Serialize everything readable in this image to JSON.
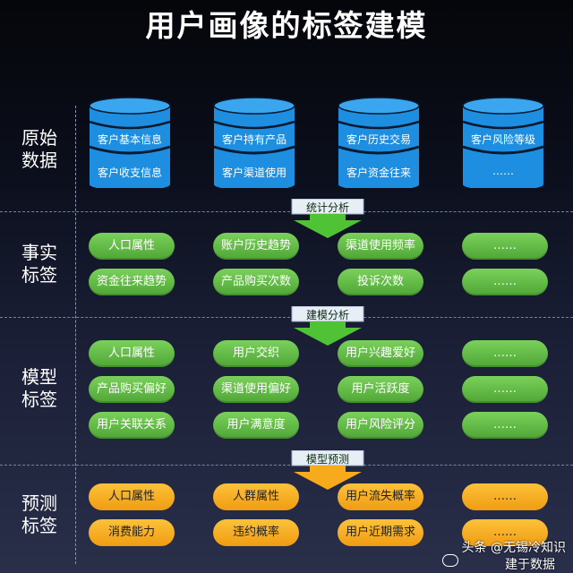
{
  "title": "用户画像的标签建模",
  "rows": {
    "raw": "原始\n数据",
    "fact": "事实\n标签",
    "model": "模型\n标签",
    "predict": "预测\n标签"
  },
  "databases": [
    {
      "top": "客户基本信息",
      "bottom": "客户收支信息"
    },
    {
      "top": "客户持有产品",
      "bottom": "客户渠道使用"
    },
    {
      "top": "客户历史交易",
      "bottom": "客户资金往来"
    },
    {
      "top": "客户风险等级",
      "bottom": "……"
    }
  ],
  "arrows": {
    "stat": "统计分析",
    "model": "建模分析",
    "predict": "模型预测"
  },
  "fact_tags": [
    [
      "人口属性",
      "账户历史趋势",
      "渠道使用频率",
      "……"
    ],
    [
      "资金往来趋势",
      "产品购买次数",
      "投诉次数",
      "……"
    ]
  ],
  "model_tags": [
    [
      "人口属性",
      "用户交织",
      "用户兴趣爱好",
      "……"
    ],
    [
      "产品购买偏好",
      "渠道使用偏好",
      "用户活跃度",
      "……"
    ],
    [
      "用户关联关系",
      "用户满意度",
      "用户风险评分",
      "……"
    ]
  ],
  "predict_tags": [
    [
      "人口属性",
      "人群属性",
      "用户流失概率",
      "……"
    ],
    [
      "消费能力",
      "违约概率",
      "用户近期需求",
      "……"
    ]
  ],
  "watermark": {
    "line1": "头条 @无锡冷知识",
    "line2": "建于数据"
  },
  "colors": {
    "db_blue": "#1e8fe0",
    "tag_green": "#5fb842",
    "tag_orange": "#f6aa1c",
    "arrow_green": "#4fc236"
  }
}
